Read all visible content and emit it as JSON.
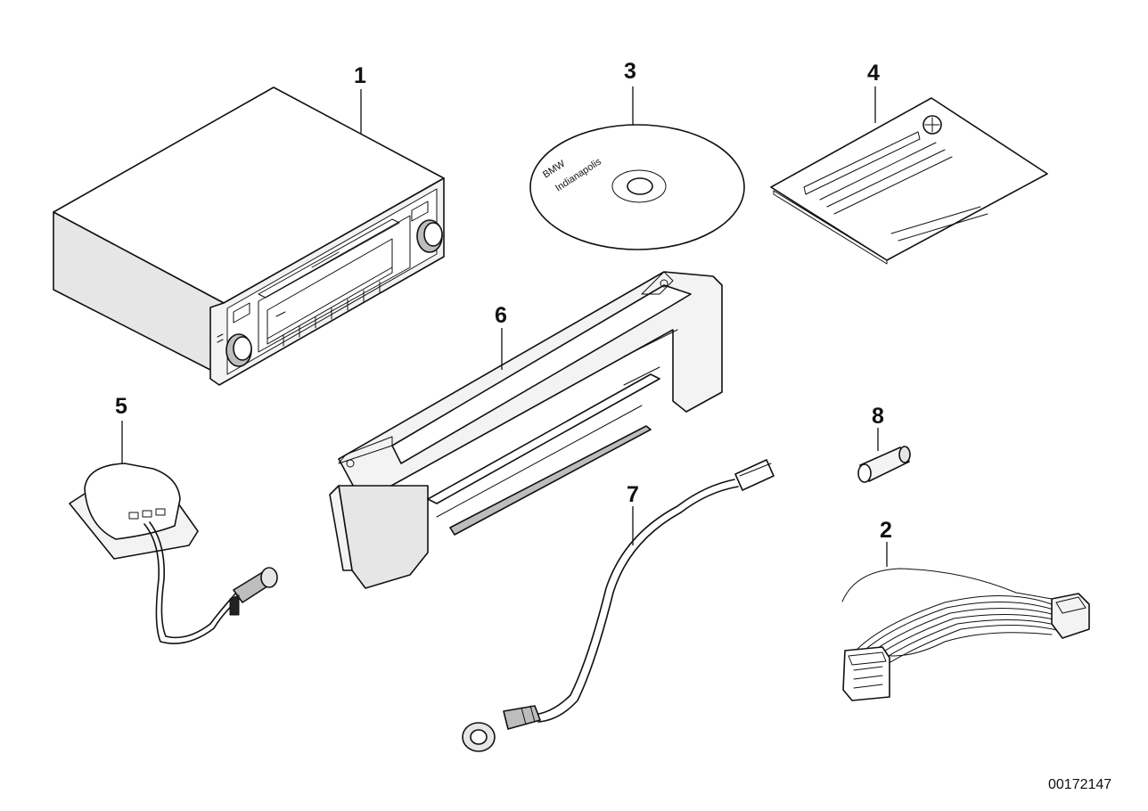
{
  "callouts": {
    "radio": "1",
    "wiring_harness": "2",
    "cd": "3",
    "manual": "4",
    "antenna": "5",
    "bracket": "6",
    "antenna_cable": "7",
    "sleeve": "8"
  },
  "cd": {
    "label_line1": "BMW",
    "label_line2": "Indianapolis"
  },
  "reference_number": "00172147",
  "colors": {
    "line": "#111111",
    "background": "#ffffff"
  }
}
